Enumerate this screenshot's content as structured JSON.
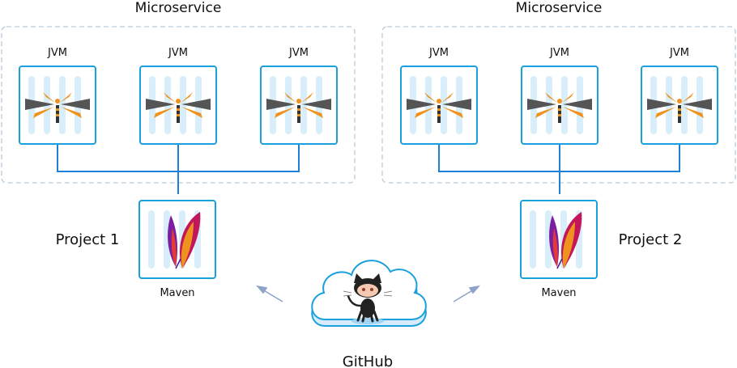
{
  "groups": [
    {
      "title": "Microservice",
      "nodes": [
        "JVM",
        "JVM",
        "JVM"
      ]
    },
    {
      "title": "Microservice",
      "nodes": [
        "JVM",
        "JVM",
        "JVM"
      ]
    }
  ],
  "projects": [
    {
      "name": "Project 1",
      "tool": "Maven"
    },
    {
      "name": "Project 2",
      "tool": "Maven"
    }
  ],
  "source": {
    "label": "GitHub"
  },
  "colors": {
    "node_border": "#1aa0dc",
    "node_stripes": "#d9eefb",
    "connector": "#1e7fd6",
    "group_border": "#b9c9d6",
    "arrow": "#8ea3c9",
    "cloud_fill": "#d6ecfb",
    "cloud_stroke": "#1aa0dc",
    "feather_red": "#c2185b",
    "feather_orange": "#f0921e",
    "fan_gray": "#555555"
  },
  "icons": [
    "java-bee-icon",
    "apache-feather-icon",
    "octocat-icon",
    "cloud-icon"
  ]
}
